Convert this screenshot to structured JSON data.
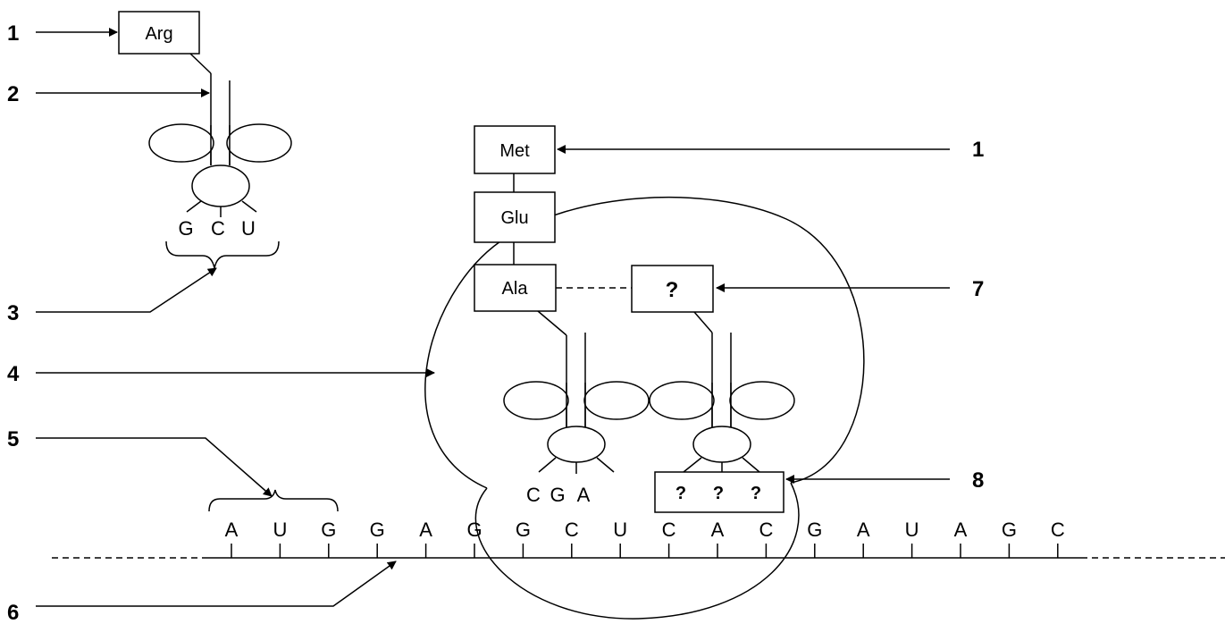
{
  "labels": {
    "n1": "1",
    "n2": "2",
    "n3": "3",
    "n4": "4",
    "n5": "5",
    "n6": "6",
    "n7": "7",
    "n8": "8"
  },
  "amino_acids": {
    "arg": "Arg",
    "met": "Met",
    "glu": "Glu",
    "ala": "Ala",
    "unknown": "?"
  },
  "free_trna_anticodon": [
    "G",
    "C",
    "U"
  ],
  "ribosome_trna_anticodon": [
    "C",
    "G",
    "A"
  ],
  "unknown_anticodon": [
    "?",
    "?",
    "?"
  ],
  "mrna_bases": [
    "A",
    "U",
    "G",
    "G",
    "A",
    "G",
    "G",
    "C",
    "U",
    "C",
    "A",
    "C",
    "G",
    "A",
    "U",
    "A",
    "G",
    "C"
  ]
}
